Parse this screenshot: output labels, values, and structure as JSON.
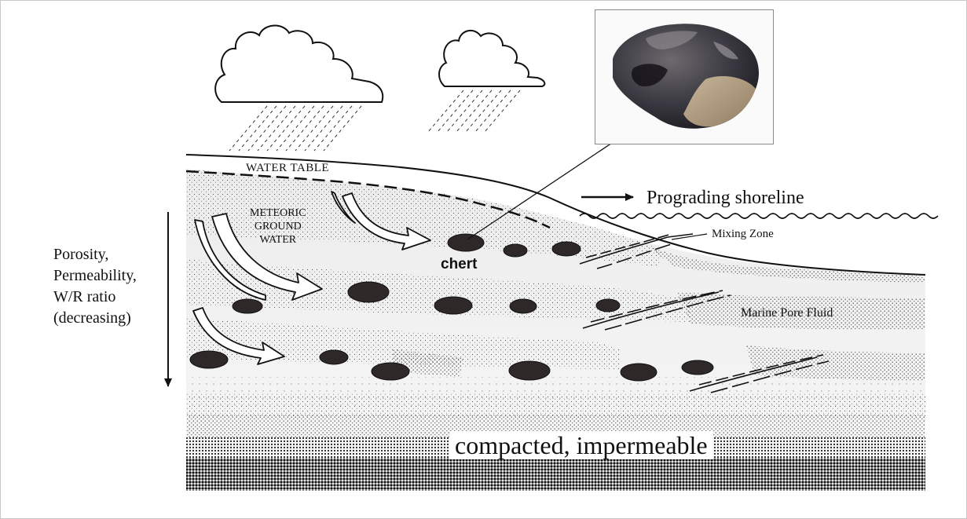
{
  "labels": {
    "water_table": "WATER TABLE",
    "meteoric_ground_water": [
      "METEORIC",
      "GROUND",
      "WATER"
    ],
    "chert": "chert",
    "prograding_shoreline": "Prograding shoreline",
    "mixing_zone": "Mixing Zone",
    "marine_pore_fluid": "Marine Pore Fluid",
    "porosity_axis": [
      "Porosity,",
      "Permeability,",
      "W/R ratio",
      "(decreasing)"
    ],
    "compacted": "compacted, impermeable"
  },
  "icons": [
    "rain-cloud-icon",
    "rain-cloud-icon",
    "chert-rock-photo",
    "arrow-right-icon",
    "arrow-down-icon"
  ],
  "colors": {
    "ink": "#111111",
    "nodule": "#2e2828",
    "sand_stipple": "#555555",
    "band_light": "#eeeeee",
    "frame": "#c8c8c8"
  }
}
